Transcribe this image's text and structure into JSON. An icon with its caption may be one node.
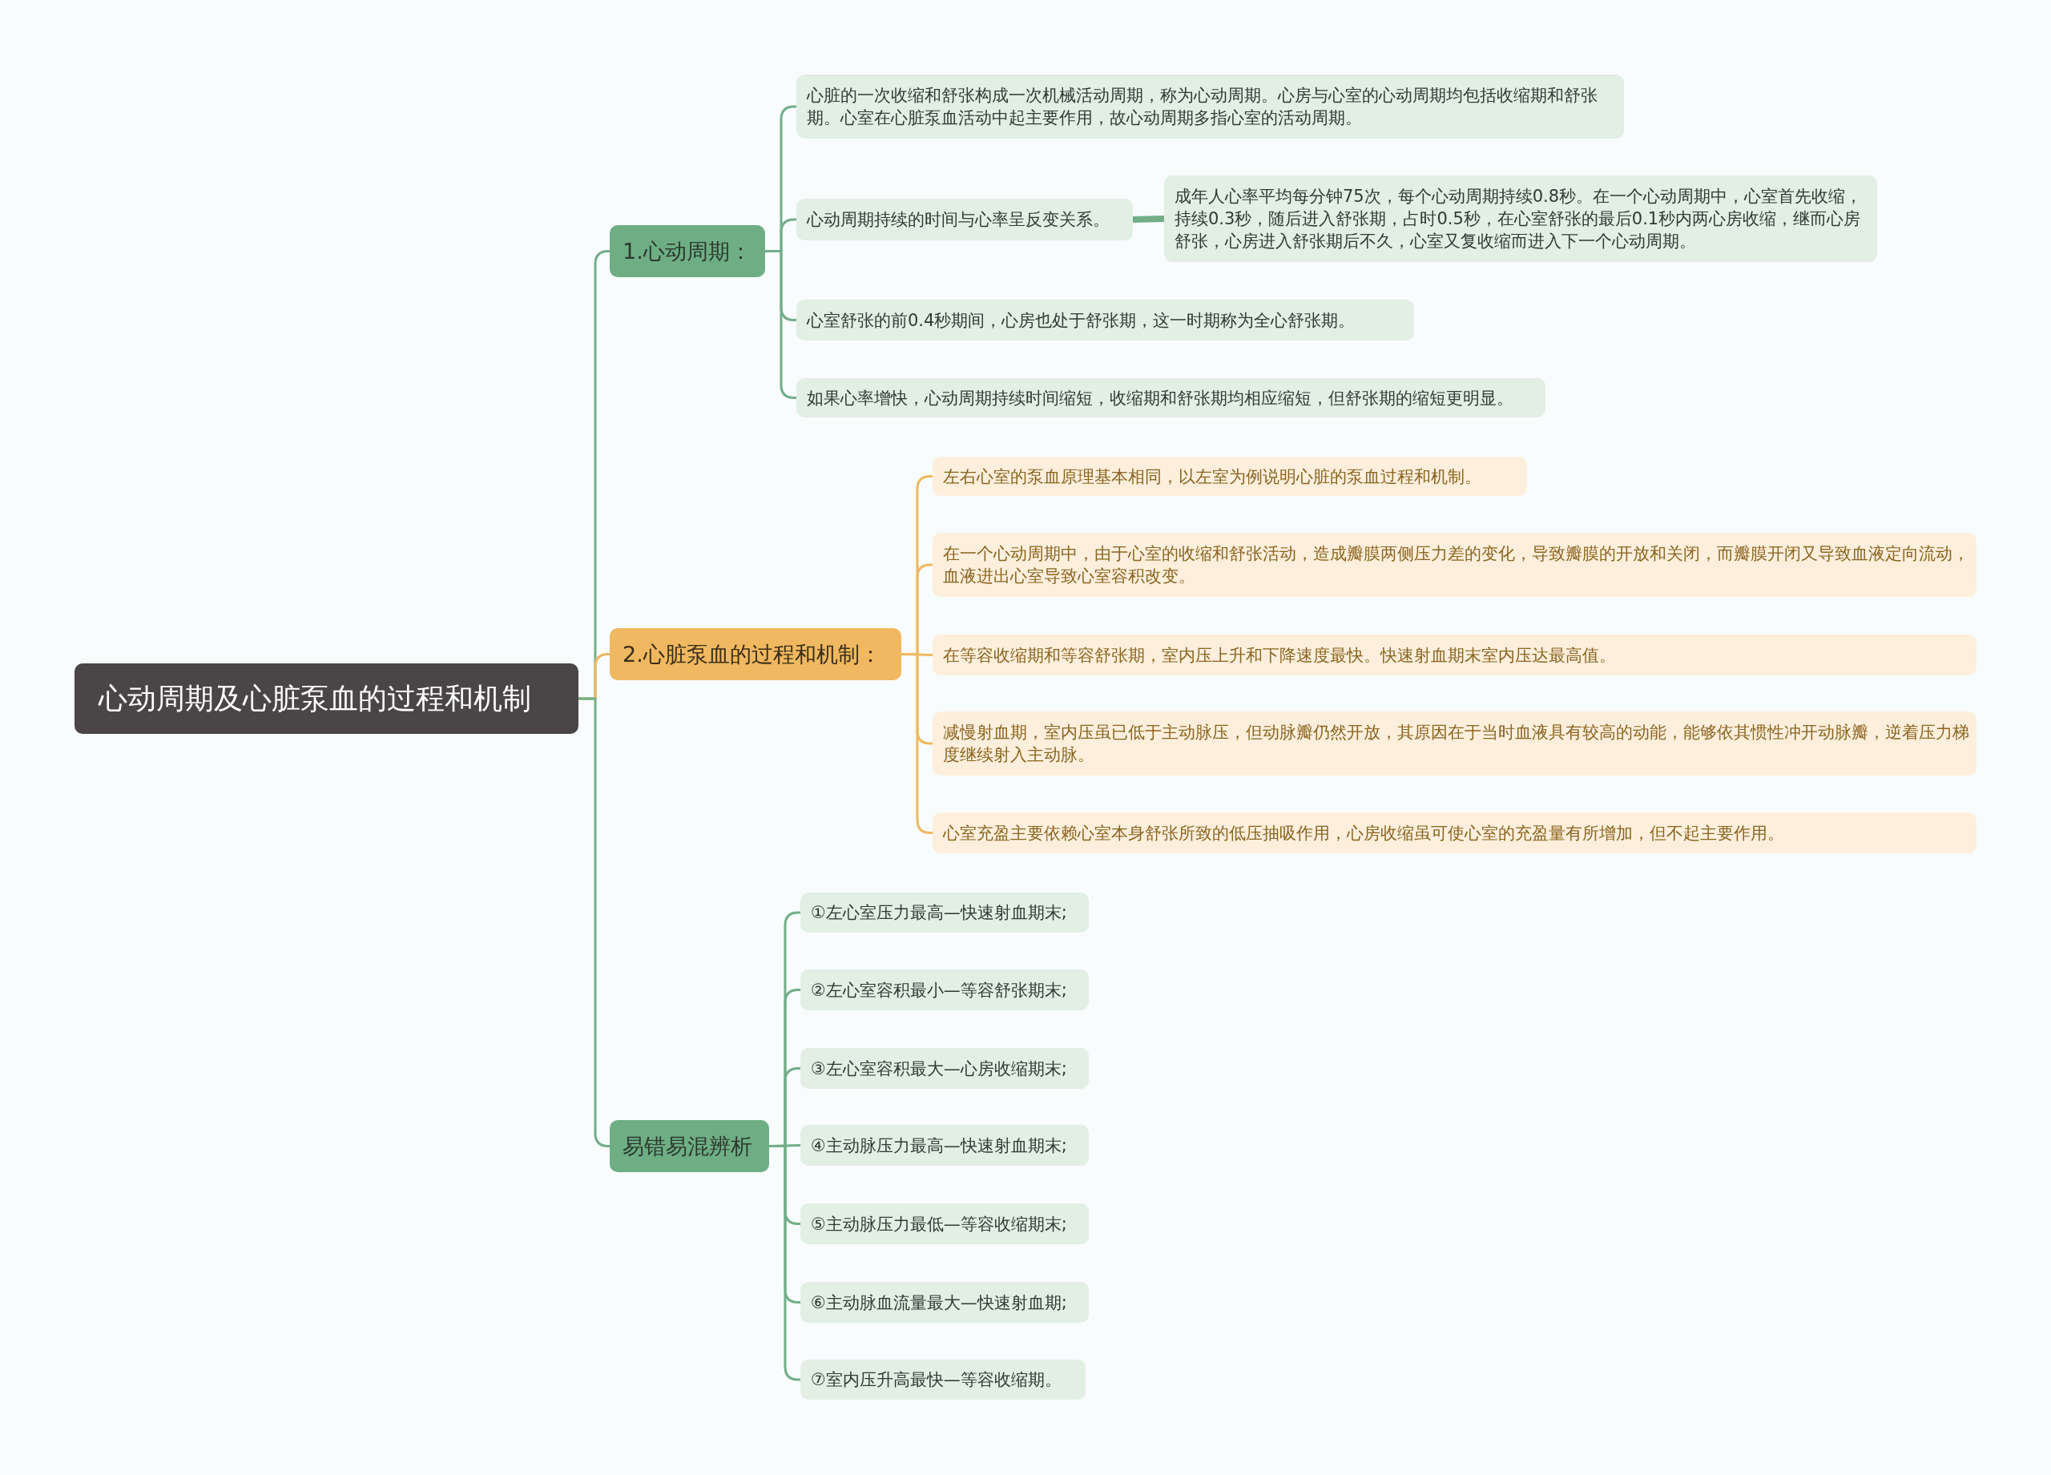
{
  "diagram": {
    "nodes": [
      {
        "text": [
          "心动周期及心脏泵血的过程和机制"
        ]
      },
      {
        "text": [
          "1.心动周期："
        ]
      },
      {
        "text": [
          "心脏的一次收缩和舒张构成一次机械活动周期，称为心动周期。心房与心室的心动周期均包括收缩期和舒张期。心室在心脏泵血活动中起主要作用，故心动周期多指心室的活动周期。"
        ]
      },
      {
        "text": [
          "心动周期持续的时间与心率呈反变关系。"
        ]
      },
      {
        "text": [
          "成年人心率平均每分钟75次，每个心动周期持续0.8秒。在一个心动周期中，心室首先收缩，持续0.3秒，随后进入舒张期，占时0.5秒，在心室舒张的最后0.1秒内两心房收缩，继而心房舒张，心房进入舒张期后不久，心室又复收缩而进入下一个心动周期。"
        ]
      },
      {
        "text": [
          "心室舒张的前0.4秒期间，心房也处于舒张期，这一时期称为全心舒张期。"
        ]
      },
      {
        "text": [
          "如果心率增快，心动周期持续时间缩短，收缩期和舒张期均相应缩短，但舒张期的缩短更明显。"
        ]
      },
      {
        "text": [
          "2.心脏泵血的过程和机制："
        ]
      },
      {
        "text": [
          "左右心室的泵血原理基本相同，以左室为例说明心脏的泵血过程和机制。"
        ]
      },
      {
        "text": [
          "在一个心动周期中，由于心室的收缩和舒张活动，造成瓣膜两侧压力差的变化，导致瓣膜的开放和关闭，而瓣膜开闭又导致血液定向流动，血液进出心室导致心室容积改变。"
        ]
      },
      {
        "text": [
          "在等容收缩期和等容舒张期，室内压上升和下降速度最快。快速射血期末室内压达最高值。"
        ]
      },
      {
        "text": [
          "减慢射血期，室内压虽已低于主动脉压，但动脉瓣仍然开放，其原因在于当时血液具有较高的动能，能够依其惯性冲开动脉瓣，逆着压力梯度继续射入主动脉。"
        ]
      },
      {
        "text": [
          "心室充盈主要依赖心室本身舒张所致的低压抽吸作用，心房收缩虽可使心室的充盈量有所增加，但不起主要作用。"
        ]
      },
      {
        "text": [
          "易错易混辨析"
        ]
      },
      {
        "text": [
          "①左心室压力最高—快速射血期末;"
        ]
      },
      {
        "text": [
          "②左心室容积最小—等容舒张期末;"
        ]
      },
      {
        "text": [
          "③左心室容积最大—心房收缩期末;"
        ]
      },
      {
        "text": [
          "④主动脉压力最高—快速射血期末;"
        ]
      },
      {
        "text": [
          "⑤主动脉压力最低—等容收缩期末;"
        ]
      },
      {
        "text": [
          "⑥主动脉血流量最大—快速射血期;"
        ]
      },
      {
        "text": [
          "⑦室内压升高最快—等容收缩期。"
        ]
      }
    ],
    "edges": [
      {
        "from": 0,
        "to": 1,
        "arrow": "none"
      },
      {
        "from": 0,
        "to": 7,
        "arrow": "none",
        "color": "#f0b860"
      },
      {
        "from": 0,
        "to": 13,
        "arrow": "none"
      },
      {
        "from": 1,
        "to": 2,
        "arrow": "none"
      },
      {
        "from": 1,
        "to": 3,
        "arrow": "none"
      },
      {
        "from": 3,
        "to": 4,
        "arrow": "none",
        "style": "thick"
      },
      {
        "from": 1,
        "to": 5,
        "arrow": "none"
      },
      {
        "from": 1,
        "to": 6,
        "arrow": "none"
      },
      {
        "from": 7,
        "to": 8,
        "arrow": "none",
        "color": "#f0b860"
      },
      {
        "from": 7,
        "to": 9,
        "arrow": "none",
        "color": "#f0b860"
      },
      {
        "from": 7,
        "to": 10,
        "arrow": "none",
        "color": "#f0b860"
      },
      {
        "from": 7,
        "to": 11,
        "arrow": "none",
        "color": "#f0b860"
      },
      {
        "from": 7,
        "to": 12,
        "arrow": "none",
        "color": "#f0b860"
      },
      {
        "from": 13,
        "to": 14,
        "arrow": "none"
      },
      {
        "from": 13,
        "to": 15,
        "arrow": "none"
      },
      {
        "from": 13,
        "to": 16,
        "arrow": "none"
      },
      {
        "from": 13,
        "to": 17,
        "arrow": "none"
      },
      {
        "from": 13,
        "to": 18,
        "arrow": "none"
      },
      {
        "from": 13,
        "to": 19,
        "arrow": "none"
      },
      {
        "from": 13,
        "to": 20,
        "arrow": "none"
      }
    ]
  }
}
